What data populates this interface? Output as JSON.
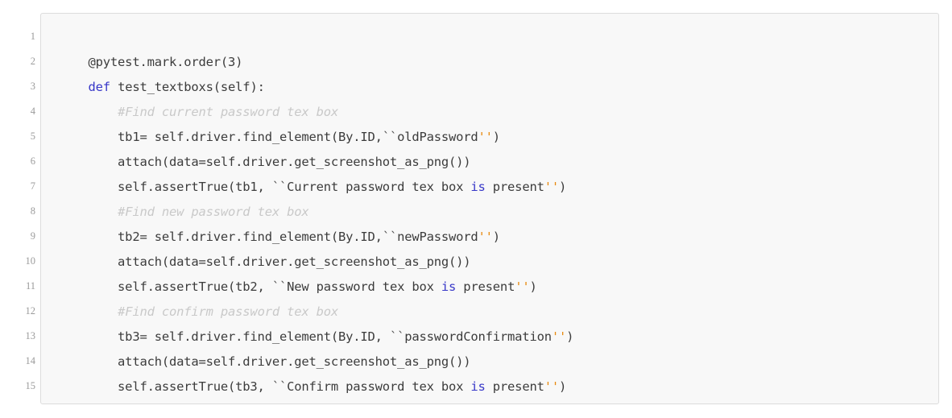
{
  "view": {
    "kind": "code-listing",
    "language": "python",
    "background_color": "#ffffff",
    "code_background_color": "#f8f8f8",
    "border_color": "#dcdcdc",
    "line_count": 15
  },
  "colors": {
    "plain": "#3c3c3c",
    "keyword": "#3737c8",
    "comment": "#c9c9c9",
    "closing_quote": "#e8890c",
    "opening_quote": "#4a4a4a",
    "line_number": "#9b9b9b"
  },
  "gutter": {
    "numbers": [
      "1",
      "2",
      "3",
      "4",
      "5",
      "6",
      "7",
      "8",
      "9",
      "10",
      "11",
      "12",
      "13",
      "14",
      "15"
    ]
  },
  "code": {
    "lines": [
      {
        "number": "1",
        "text": "",
        "tokens": []
      },
      {
        "number": "2",
        "text": "    @pytest.mark.order(3)",
        "tokens": [
          {
            "t": "    @pytest.mark.order(3)",
            "c": "plain"
          }
        ]
      },
      {
        "number": "3",
        "text": "    def test_textboxs(self):",
        "tokens": [
          {
            "t": "    ",
            "c": "plain"
          },
          {
            "t": "def",
            "c": "keyword"
          },
          {
            "t": " test_textboxs(self):",
            "c": "plain"
          }
        ]
      },
      {
        "number": "4",
        "text": "        #Find current password tex box",
        "tokens": [
          {
            "t": "        ",
            "c": "plain"
          },
          {
            "t": "#Find current password tex box",
            "c": "comment"
          }
        ]
      },
      {
        "number": "5",
        "text": "        tb1= self.driver.find_element(By.ID,``oldPassword'')",
        "tokens": [
          {
            "t": "        tb1= self.driver.find_element(By.ID,",
            "c": "plain"
          },
          {
            "t": "``",
            "c": "opening_quote"
          },
          {
            "t": "oldPassword",
            "c": "plain"
          },
          {
            "t": "''",
            "c": "closing_quote"
          },
          {
            "t": ")",
            "c": "plain"
          }
        ]
      },
      {
        "number": "6",
        "text": "        attach(data=self.driver.get_screenshot_as_png())",
        "tokens": [
          {
            "t": "        attach(data=self.driver.get_screenshot_as_png())",
            "c": "plain"
          }
        ]
      },
      {
        "number": "7",
        "text": "        self.assertTrue(tb1, ``Current password tex box is present'')",
        "tokens": [
          {
            "t": "        self.assertTrue(tb1, ",
            "c": "plain"
          },
          {
            "t": "``",
            "c": "opening_quote"
          },
          {
            "t": "Current password tex box ",
            "c": "plain"
          },
          {
            "t": "is",
            "c": "keyword"
          },
          {
            "t": " present",
            "c": "plain"
          },
          {
            "t": "''",
            "c": "closing_quote"
          },
          {
            "t": ")",
            "c": "plain"
          }
        ]
      },
      {
        "number": "8",
        "text": "        #Find new password tex box",
        "tokens": [
          {
            "t": "        ",
            "c": "plain"
          },
          {
            "t": "#Find new password tex box",
            "c": "comment"
          }
        ]
      },
      {
        "number": "9",
        "text": "        tb2= self.driver.find_element(By.ID,``newPassword'')",
        "tokens": [
          {
            "t": "        tb2= self.driver.find_element(By.ID,",
            "c": "plain"
          },
          {
            "t": "``",
            "c": "opening_quote"
          },
          {
            "t": "newPassword",
            "c": "plain"
          },
          {
            "t": "''",
            "c": "closing_quote"
          },
          {
            "t": ")",
            "c": "plain"
          }
        ]
      },
      {
        "number": "10",
        "text": "        attach(data=self.driver.get_screenshot_as_png())",
        "tokens": [
          {
            "t": "        attach(data=self.driver.get_screenshot_as_png())",
            "c": "plain"
          }
        ]
      },
      {
        "number": "11",
        "text": "        self.assertTrue(tb2, ``New password tex box is present'')",
        "tokens": [
          {
            "t": "        self.assertTrue(tb2, ",
            "c": "plain"
          },
          {
            "t": "``",
            "c": "opening_quote"
          },
          {
            "t": "New password tex box ",
            "c": "plain"
          },
          {
            "t": "is",
            "c": "keyword"
          },
          {
            "t": " present",
            "c": "plain"
          },
          {
            "t": "''",
            "c": "closing_quote"
          },
          {
            "t": ")",
            "c": "plain"
          }
        ]
      },
      {
        "number": "12",
        "text": "        #Find confirm password tex box",
        "tokens": [
          {
            "t": "        ",
            "c": "plain"
          },
          {
            "t": "#Find confirm password tex box",
            "c": "comment"
          }
        ]
      },
      {
        "number": "13",
        "text": "        tb3= self.driver.find_element(By.ID, ``passwordConfirmation'')",
        "tokens": [
          {
            "t": "        tb3= self.driver.find_element(By.ID, ",
            "c": "plain"
          },
          {
            "t": "``",
            "c": "opening_quote"
          },
          {
            "t": "passwordConfirmation",
            "c": "plain"
          },
          {
            "t": "''",
            "c": "closing_quote"
          },
          {
            "t": ")",
            "c": "plain"
          }
        ]
      },
      {
        "number": "14",
        "text": "        attach(data=self.driver.get_screenshot_as_png())",
        "tokens": [
          {
            "t": "        attach(data=self.driver.get_screenshot_as_png())",
            "c": "plain"
          }
        ]
      },
      {
        "number": "15",
        "text": "        self.assertTrue(tb3, ``Confirm password tex box is present'')",
        "tokens": [
          {
            "t": "        self.assertTrue(tb3, ",
            "c": "plain"
          },
          {
            "t": "``",
            "c": "opening_quote"
          },
          {
            "t": "Confirm password tex box ",
            "c": "plain"
          },
          {
            "t": "is",
            "c": "keyword"
          },
          {
            "t": " present",
            "c": "plain"
          },
          {
            "t": "''",
            "c": "closing_quote"
          },
          {
            "t": ")",
            "c": "plain"
          }
        ]
      }
    ]
  }
}
